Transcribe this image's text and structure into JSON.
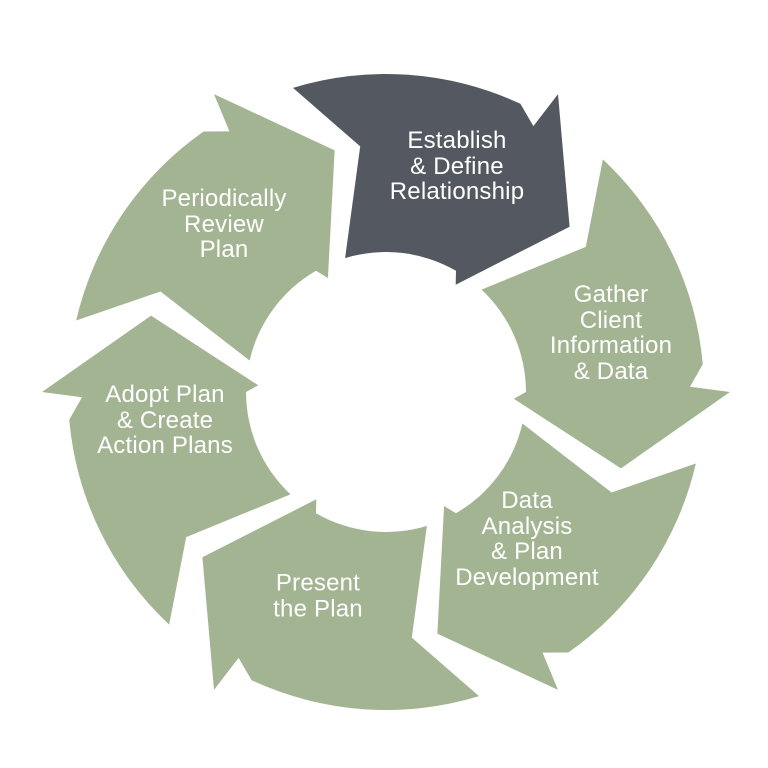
{
  "diagram": {
    "type": "cycle",
    "direction": "clockwise",
    "step_count": 6,
    "colors": {
      "highlighted_step": "#545860",
      "step": "#A3B492",
      "label_text": "#FFFFFF",
      "background": "#FFFFFF"
    },
    "steps": [
      {
        "label": "Establish\n& Define\nRelationship",
        "highlighted": true
      },
      {
        "label": "Gather\nClient\nInformation\n& Data",
        "highlighted": false
      },
      {
        "label": "Data\nAnalysis\n& Plan\nDevelopment",
        "highlighted": false
      },
      {
        "label": "Present\nthe Plan",
        "highlighted": false
      },
      {
        "label": "Adopt Plan\n& Create\nAction Plans",
        "highlighted": false
      },
      {
        "label": "Periodically\nReview\nPlan",
        "highlighted": false
      }
    ]
  }
}
